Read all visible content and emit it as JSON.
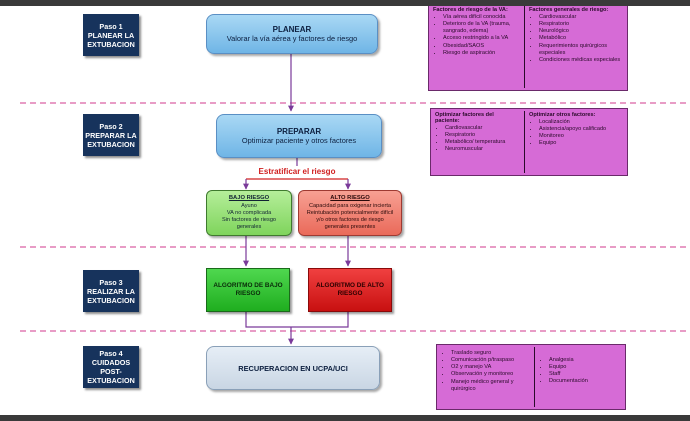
{
  "steps": [
    {
      "l1": "Paso 1",
      "l2": "PLANEAR LA",
      "l3": "EXTUBACION"
    },
    {
      "l1": "Paso 2",
      "l2": "PREPARAR LA",
      "l3": "EXTUBACION"
    },
    {
      "l1": "Paso 3",
      "l2": "REALIZAR LA",
      "l3": "EXTUBACION"
    },
    {
      "l1": "Paso 4",
      "l2": "CUIDADOS POST-",
      "l3": "EXTUBACION"
    }
  ],
  "planear": {
    "title": "PLANEAR",
    "subtitle": "Valorar la vía aérea y factores de riesgo"
  },
  "preparar": {
    "title": "PREPARAR",
    "subtitle": "Optimizar paciente y otros factores"
  },
  "estratificar": "Estratificar el riesgo",
  "bajo_riesgo": {
    "title": "BAJO RIESGO",
    "lines": [
      "Ayuno",
      "VA no complicada",
      "Sin factores de riesgo",
      "generales"
    ]
  },
  "alto_riesgo": {
    "title": "ALTO RIESGO",
    "lines": [
      "Capacidad para oxigenar incierta",
      "Reintubación potencialmente difícil",
      "y/o otros factores de riesgo",
      "generales presentes"
    ]
  },
  "algoritmo_bajo": {
    "l1": "ALGORITMO DE BAJO",
    "l2": "RIESGO"
  },
  "algoritmo_alto": {
    "l1": "ALGORITMO DE ALTO",
    "l2": "RIESGO"
  },
  "recuperacion": "RECUPERACION EN UCPA/UCI",
  "box1": {
    "left_title": "Factores de riesgo de la VA:",
    "left_items": [
      "Vía aérea difícil conocida",
      "Deterioro de la VA (trauma, sangrado, edema)",
      "Acceso restringido a la VA",
      "Obesidad/SAOS",
      "Riesgo de aspiración"
    ],
    "right_title": "Factores generales de riesgo:",
    "right_items": [
      "Cardiovascular",
      "Respiratorio",
      "Neurológico",
      "Metabólico",
      "Requerimientos quirúrgicos especiales",
      "Condiciones médicas especiales"
    ]
  },
  "box2": {
    "left_title": "Optimizar factores del paciente:",
    "left_items": [
      "Cardiovascular",
      "Respiratorio",
      "Metabólico/ temperatura",
      "Neuromuscular"
    ],
    "right_title": "Optimizar otros factores:",
    "right_items": [
      "Localización",
      "Asistencia/apoyo calificado",
      "Monitoreo",
      "Equipo"
    ]
  },
  "box3": {
    "left_items": [
      "Traslado seguro",
      "Comunicación p/traspaso",
      "O2 y manejo VA",
      "Observación y monitoreo",
      "Manejo médico general y quirúrgico"
    ],
    "right_items": [
      "Analgesia",
      "Equipo",
      "Staff",
      "Documentación"
    ]
  },
  "colors": {
    "step_bg": "#17335c",
    "pink": "#d66bd6",
    "dashed": "#d23a8c",
    "arrow": "#7a3a9a"
  }
}
